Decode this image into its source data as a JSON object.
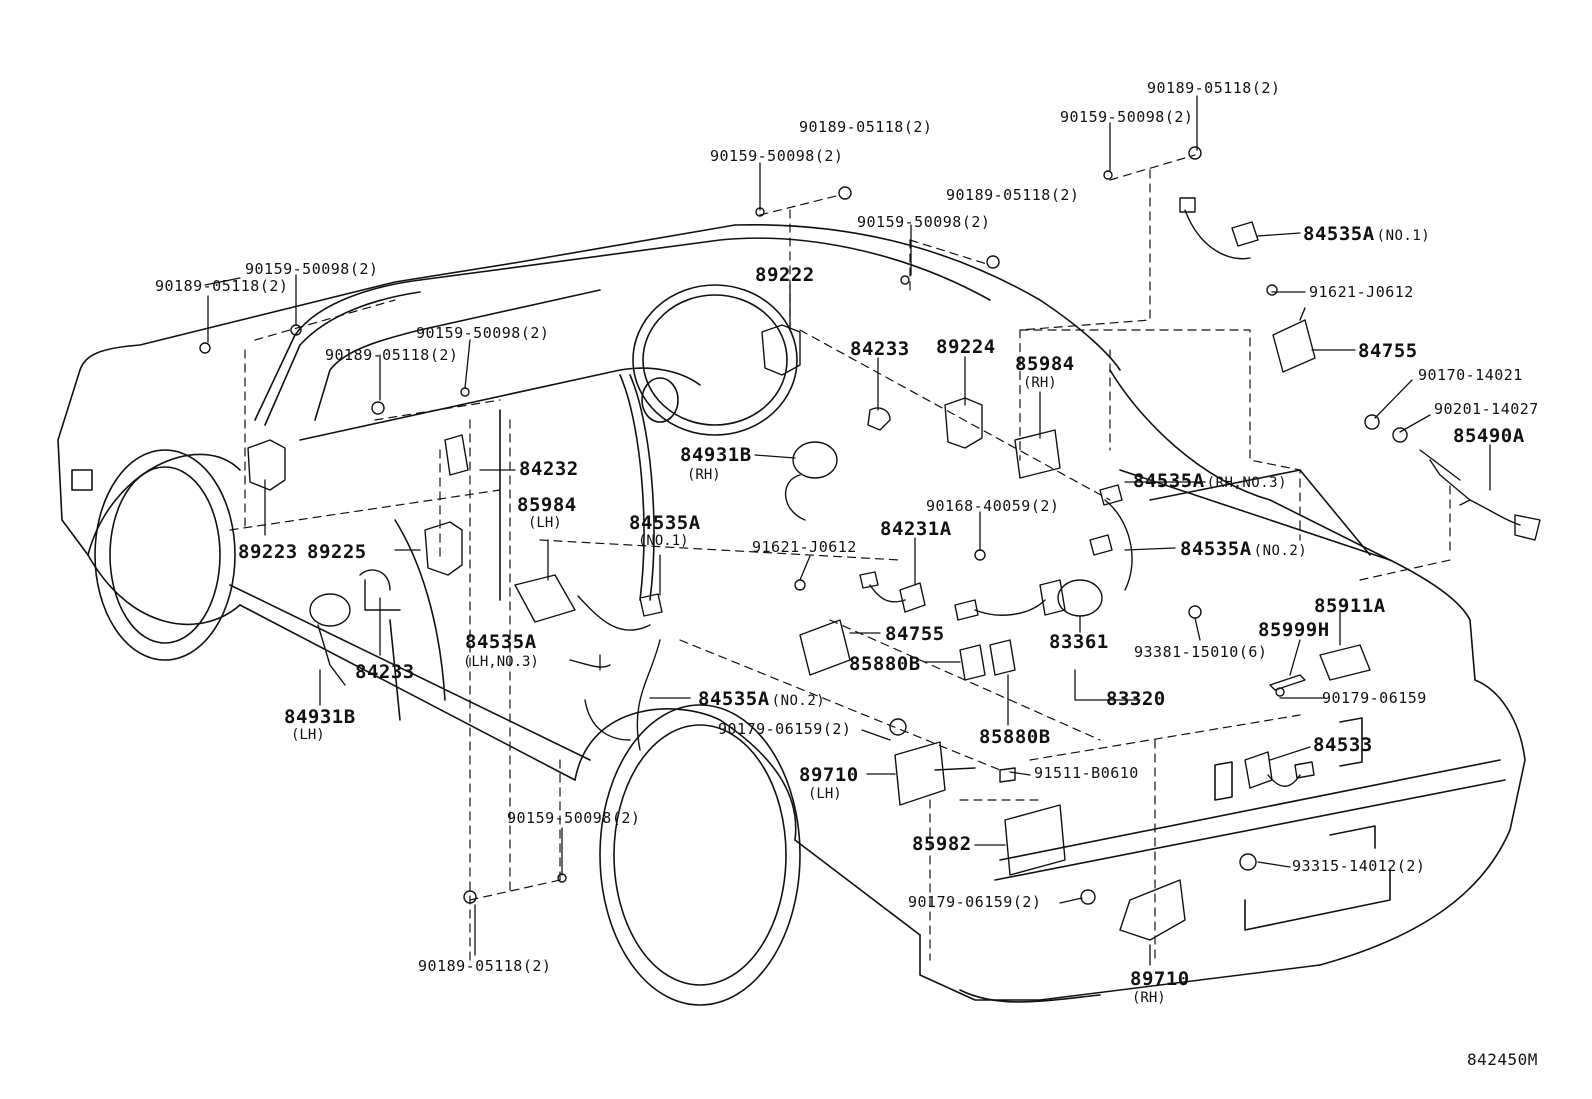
{
  "diagram_id": "842450M",
  "callouts": {
    "c01": {
      "part": "90189-05118(2)"
    },
    "c02": {
      "part": "90159-50098(2)"
    },
    "c03": {
      "part": "84535A",
      "note": "(NO.1)"
    },
    "c04": {
      "part": "91621-J0612"
    },
    "c05": {
      "part": "84755"
    },
    "c06": {
      "part": "90170-14021"
    },
    "c07": {
      "part": "90201-14027"
    },
    "c08": {
      "part": "85490A"
    },
    "c09": {
      "part": "90189-05118(2)"
    },
    "c10": {
      "part": "90159-50098(2)"
    },
    "c11": {
      "part": "90189-05118(2)"
    },
    "c12": {
      "part": "90159-50098(2)"
    },
    "c13": {
      "part": "89222"
    },
    "c14": {
      "part": "84233"
    },
    "c15": {
      "part": "89224"
    },
    "c16": {
      "part": "85984",
      "sub": "(RH)"
    },
    "c17": {
      "part": "90159-50098(2)"
    },
    "c18": {
      "part": "90189-05118(2)"
    },
    "c19": {
      "part": "90159-50098(2)"
    },
    "c20": {
      "part": "90189-05118(2)"
    },
    "c21": {
      "part": "84232"
    },
    "c22": {
      "part": "84931B",
      "sub": "(RH)"
    },
    "c23": {
      "part": "85984",
      "sub": "(LH)"
    },
    "c24": {
      "part": "84535A",
      "sub": "(NO.1)"
    },
    "c25": {
      "part": "84535A",
      "note": "(RH,NO.3)"
    },
    "c26": {
      "part": "90168-40059(2)"
    },
    "c27": {
      "part": "84231A"
    },
    "c28": {
      "part": "91621-J0612"
    },
    "c29": {
      "part": "84535A",
      "note": "(NO.2)"
    },
    "c30": {
      "part": "89223"
    },
    "c31": {
      "part": "89225"
    },
    "c32": {
      "part": "84755"
    },
    "c33": {
      "part": "83361"
    },
    "c34": {
      "part": "93381-15010(6)"
    },
    "c35": {
      "part": "85911A"
    },
    "c36": {
      "part": "85999H"
    },
    "c37": {
      "part": "84233"
    },
    "c38": {
      "part": "84535A",
      "sub": "(LH,NO.3)"
    },
    "c39": {
      "part": "85880B"
    },
    "c40": {
      "part": "83320"
    },
    "c41": {
      "part": "90179-06159"
    },
    "c42": {
      "part": "84931B",
      "sub": "(LH)"
    },
    "c43": {
      "part": "84535A",
      "note": "(NO.2)"
    },
    "c44": {
      "part": "90179-06159(2)"
    },
    "c45": {
      "part": "85880B"
    },
    "c46": {
      "part": "84533"
    },
    "c47": {
      "part": "89710",
      "sub": "(LH)"
    },
    "c48": {
      "part": "91511-B0610"
    },
    "c49": {
      "part": "90159-50098(2)"
    },
    "c50": {
      "part": "85982"
    },
    "c51": {
      "part": "93315-14012(2)"
    },
    "c52": {
      "part": "90179-06159(2)"
    },
    "c53": {
      "part": "90189-05118(2)"
    },
    "c54": {
      "part": "89710",
      "sub": "(RH)"
    }
  }
}
